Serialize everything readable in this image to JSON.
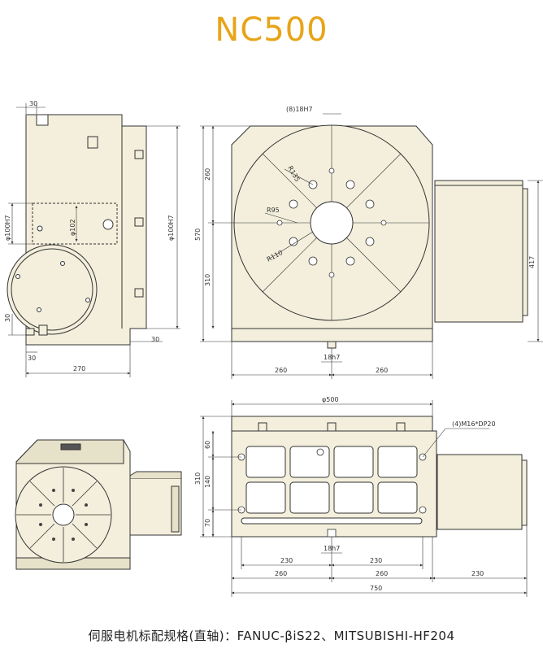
{
  "title": "NC500",
  "caption": "伺服电机标配规格(直轴)：FANUC-βiS22、MITSUBISHI-HF204",
  "colors": {
    "title": "#e8a417",
    "body_fill": "#f3efdc",
    "line": "#333333",
    "slot_fill": "#ffffff"
  },
  "side_view": {
    "dim_top_30": "30",
    "dim_bore": "φ100H7",
    "dim_inner": "φ102",
    "dim_right": "φ100H7",
    "dim_bottom_left_30": "30",
    "dim_bottom_30": "30",
    "dim_right_30": "30",
    "dim_width": "270"
  },
  "front_view": {
    "dim_slots": "(8)18H7",
    "dim_260": "260",
    "dim_570": "570",
    "dim_310": "310",
    "dim_r135": "R135",
    "dim_r95": "R95",
    "dim_r110": "R110",
    "dim_417": "417",
    "dim_18h7": "18h7",
    "dim_bottom_left": "260",
    "dim_bottom_right": "260"
  },
  "top_view": {
    "dim_500": "φ500",
    "dim_tapped": "(4)M16*DP20",
    "dim_310": "310",
    "dim_60": "60",
    "dim_140": "140",
    "dim_70": "70",
    "dim_18h7": "18h7",
    "dim_230_left": "230",
    "dim_230_right": "230",
    "dim_260_left": "260",
    "dim_260_mid": "260",
    "dim_230_motor": "230",
    "dim_750": "750"
  }
}
